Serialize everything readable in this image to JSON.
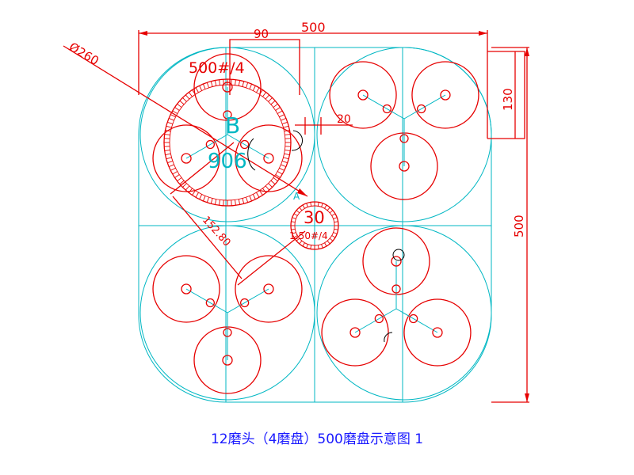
{
  "caption": "12磨头（4磨盘）500磨盘示意图 1",
  "labels": {
    "dim_500_top": "500",
    "dim_90": "90",
    "dim_130": "130",
    "dim_500_right": "500",
    "dim_20": "20",
    "dim_d260": "Ø260",
    "dim_diag": "152.80",
    "gear_large": "500#/4",
    "gear_small_num": "30",
    "gear_small_text": "1:50#/4",
    "cyan_b": "B",
    "cyan_906": "906",
    "cyan_a": "A"
  },
  "colors": {
    "outline": "#00b7c3",
    "part": "#e60000",
    "caption": "#1a1aff"
  }
}
